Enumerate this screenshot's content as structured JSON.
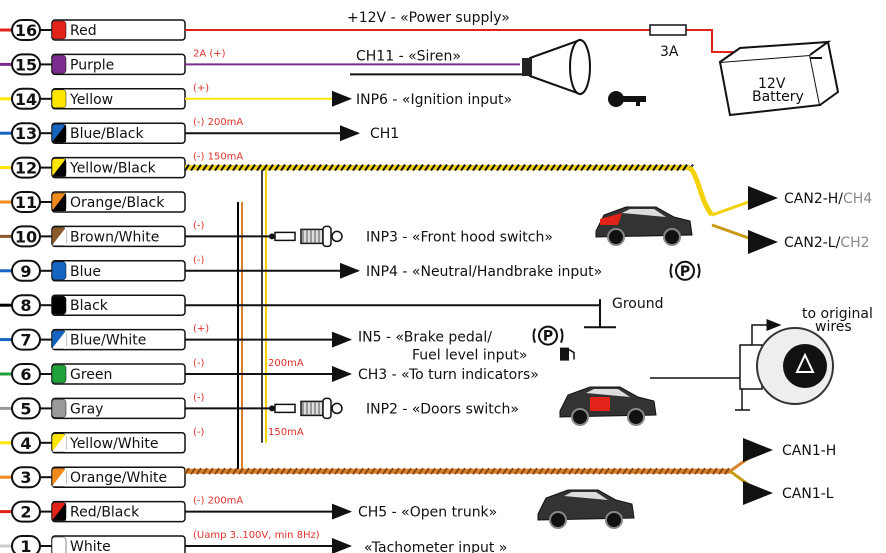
{
  "wires": [
    {
      "num": "16",
      "color_name": "Red",
      "fill": "#e2231a",
      "fill2": null,
      "line": "#e2231a",
      "note": "",
      "label": "+12V - «Power supply»"
    },
    {
      "num": "15",
      "color_name": "Purple",
      "fill": "#7b2d8e",
      "fill2": null,
      "line": "#7b2d8e",
      "note": "2A (+)",
      "label": "CH11 - «Siren»"
    },
    {
      "num": "14",
      "color_name": "Yellow",
      "fill": "#ffe600",
      "fill2": null,
      "line": "#ffe600",
      "note": "(+)",
      "label": "INP6 - «Ignition input»"
    },
    {
      "num": "13",
      "color_name": "Blue/Black",
      "fill": "#1565c0",
      "fill2": "#000000",
      "line": "#1565c0",
      "note": "(-) 200mA",
      "label": "CH1"
    },
    {
      "num": "12",
      "color_name": "Yellow/Black",
      "fill": "#ffe600",
      "fill2": "#000000",
      "line": "#ffe600",
      "note": "(-) 150mA",
      "label": ""
    },
    {
      "num": "11",
      "color_name": "Orange/Black",
      "fill": "#f08a1c",
      "fill2": "#000000",
      "line": "#f08a1c",
      "note": "",
      "label": ""
    },
    {
      "num": "10",
      "color_name": "Brown/White",
      "fill": "#8b5a2b",
      "fill2": "#ffffff",
      "line": "#8b5a2b",
      "note": "(-)",
      "label": "INP3 - «Front hood switch»"
    },
    {
      "num": "9",
      "color_name": "Blue",
      "fill": "#1565c0",
      "fill2": null,
      "line": "#1565c0",
      "note": "(-)",
      "label": "INP4 - «Neutral/Handbrake input»"
    },
    {
      "num": "8",
      "color_name": "Black",
      "fill": "#000000",
      "fill2": null,
      "line": "#000000",
      "note": "",
      "label": ""
    },
    {
      "num": "7",
      "color_name": "Blue/White",
      "fill": "#1565c0",
      "fill2": "#ffffff",
      "line": "#1565c0",
      "note": "(+)",
      "label": ""
    },
    {
      "num": "6",
      "color_name": "Green",
      "fill": "#1fa23a",
      "fill2": null,
      "line": "#1fa23a",
      "note": "(-)",
      "label": "CH3 - «To turn indicators»"
    },
    {
      "num": "5",
      "color_name": "Gray",
      "fill": "#9a9a9a",
      "fill2": null,
      "line": "#9a9a9a",
      "note": "(-)",
      "label": "INP2 - «Doors switch»"
    },
    {
      "num": "4",
      "color_name": "Yellow/White",
      "fill": "#ffe600",
      "fill2": "#ffffff",
      "line": "#ffe600",
      "note": "(-)",
      "label": ""
    },
    {
      "num": "3",
      "color_name": "Orange/White",
      "fill": "#f08a1c",
      "fill2": "#ffffff",
      "line": "#f08a1c",
      "note": "",
      "label": ""
    },
    {
      "num": "2",
      "color_name": "Red/Black",
      "fill": "#e2231a",
      "fill2": "#000000",
      "line": "#e2231a",
      "note": "(-) 200mA",
      "label": "CH5 - «Open trunk»"
    },
    {
      "num": "1",
      "color_name": "White",
      "fill": "#ffffff",
      "fill2": null,
      "line": "#cccccc",
      "note": "(Uamp 3..100V, min 8Hz)",
      "label": "«Tachometer input »"
    }
  ],
  "labels": {
    "fuse": "3A",
    "battery_line1": "12V",
    "battery_line2": "Battery",
    "can2h": "CAN2-H/",
    "can2h_alt": "CH4",
    "can2l": "CAN2-L/",
    "can2l_alt": "CH2",
    "can1h": "CAN1-H",
    "can1l": "CAN1-L",
    "ground": "Ground",
    "inp5_line1": "IN5 - «Brake pedal/",
    "inp5_line2": "Fuel level input»",
    "to_original_1": "to original",
    "to_original_2": "wires",
    "ch3_current": "200mA",
    "inp2_current": "150mA",
    "p_symbol": "P"
  },
  "colors": {
    "note_red": "#e2332b",
    "twisted_yellow": "#f3d20a",
    "twisted_orange": "#d9822b",
    "can_gold": "#c79a12"
  }
}
